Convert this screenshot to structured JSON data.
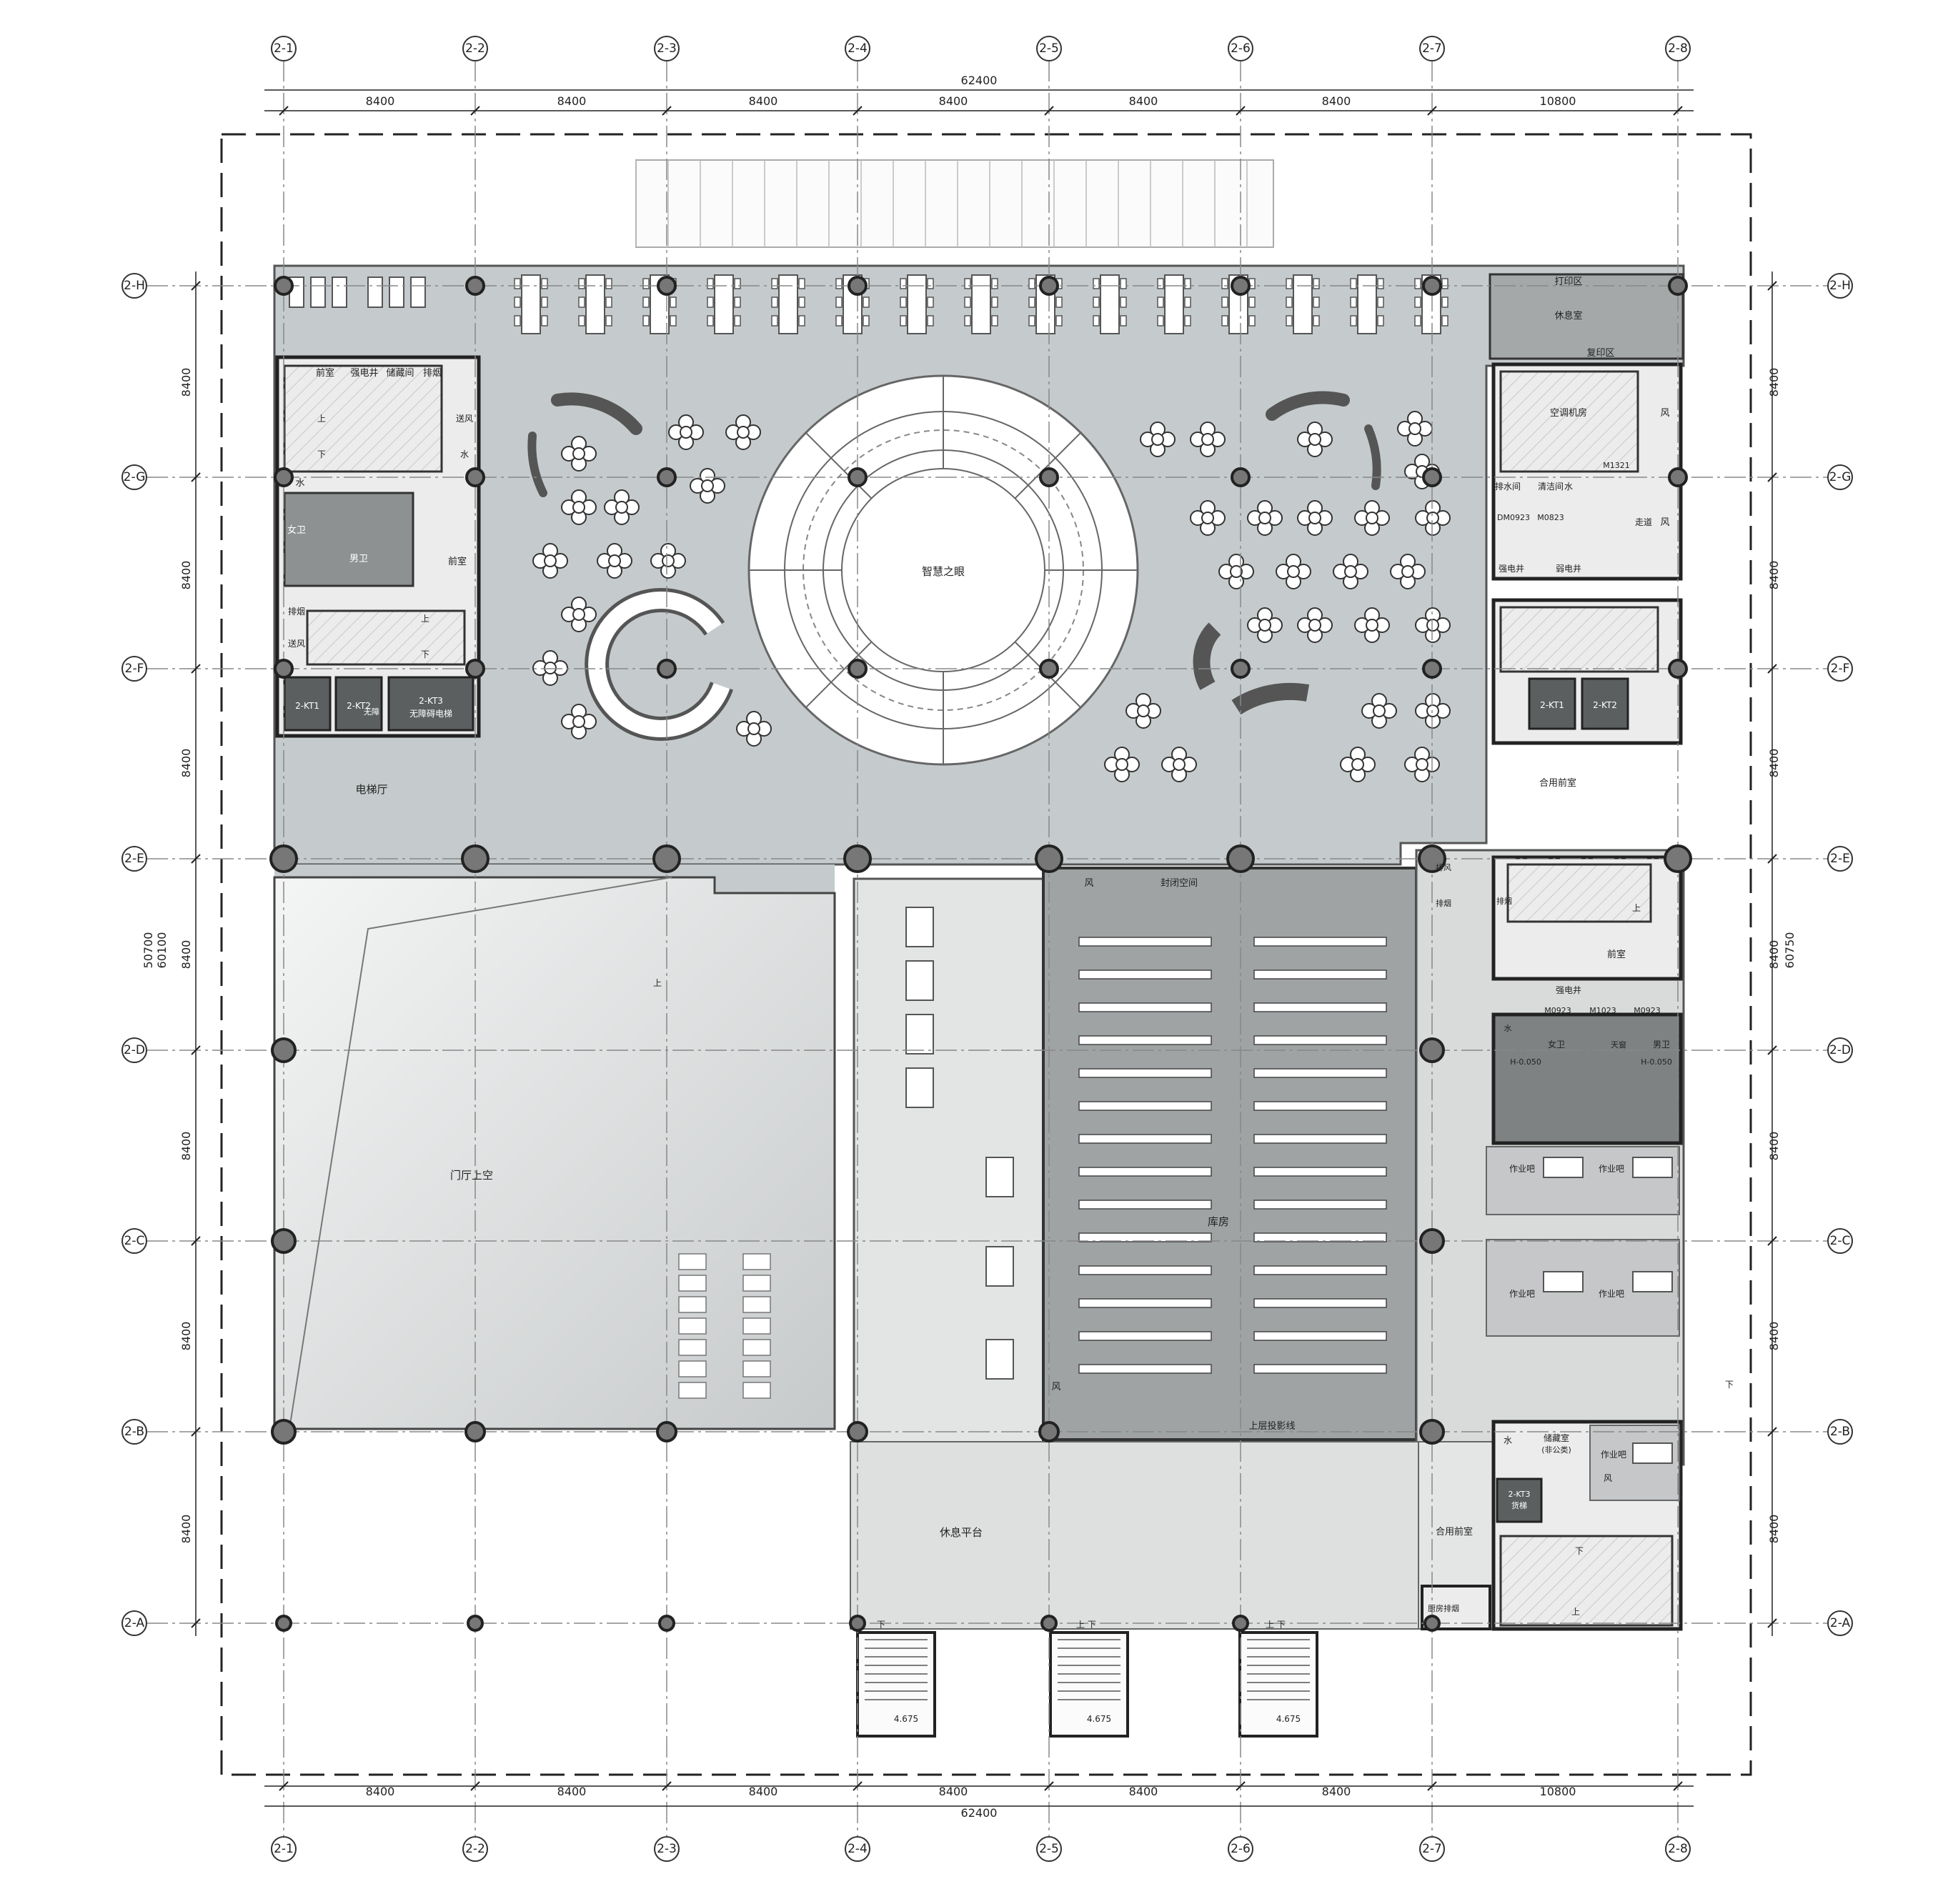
{
  "dimensions": {
    "total_width": "62400",
    "top_bays": [
      "8400",
      "8400",
      "8400",
      "8400",
      "8400",
      "8400",
      "10800"
    ],
    "bottom_bays": [
      "8400",
      "8400",
      "8400",
      "8400",
      "8400",
      "8400",
      "10800"
    ],
    "left_bays": [
      "8400",
      "8400",
      "8400",
      "8400",
      "8400",
      "8400",
      "8400"
    ],
    "right_bays": [
      "8400",
      "8400",
      "8400",
      "8400",
      "8400",
      "8400",
      "8400"
    ],
    "left_total_a": "50700",
    "left_total_b": "60100",
    "right_total": "60750"
  },
  "axes": {
    "columns": [
      "2-1",
      "2-2",
      "2-3",
      "2-4",
      "2-5",
      "2-6",
      "2-7",
      "2-8"
    ],
    "rows": [
      "2-H",
      "2-G",
      "2-F",
      "2-E",
      "2-D",
      "2-C",
      "2-B",
      "2-A"
    ]
  },
  "rooms": {
    "wisdom_eye": "智慧之眼",
    "elevator_hall": "电梯厅",
    "lobby_void": "门厅上空",
    "storage": "库房",
    "rest_platform": "休息平台",
    "print_area": "打印区",
    "lounge": "休息室",
    "copy_area": "复印区",
    "ahu_room": "空调机房",
    "shared_anteroom_1": "合用前室",
    "shared_anteroom_2": "合用前室",
    "anteroom_left": "前室",
    "anteroom_right": "前室",
    "anteroom_top": "前室",
    "men_wc_left": "男卫",
    "women_wc_left": "女卫",
    "men_wc_right": "男卫",
    "women_wc_right": "女卫",
    "accessible_wc": "无障",
    "sealed_space": "封闭空间",
    "projection_line": "上层投影线",
    "work_bar_1": "作业吧",
    "work_bar_2": "作业吧",
    "work_bar_3": "作业吧",
    "work_bar_4": "作业吧",
    "work_bar_5": "作业吧",
    "storage_room": "储藏室",
    "storage_room_sub": "(非公类)",
    "drain_room": "排水间",
    "cleaning_room": "清洁间",
    "corridor": "走道",
    "strong_shaft_1": "强电井",
    "weak_shaft_1": "弱电井",
    "strong_shaft_2": "强电井",
    "strong_shaft_top": "强电井",
    "storage_top": "储藏间",
    "exhaust_top": "排烟",
    "lift_1": "2-KT1",
    "lift_2": "2-KT2",
    "lift_3a": "2-KT3",
    "lift_3b": "无障碍电梯",
    "lift_r1": "2-KT1",
    "lift_r2": "2-KT2",
    "lift_r3a": "2-KT3",
    "lift_r3b": "货梯",
    "wind": "风",
    "water": "水",
    "supply_air": "送风",
    "exhaust": "排烟",
    "exhaust_smoke": "排风",
    "door_m1321": "M1321",
    "door_dm0923": "DM0923",
    "door_m0823": "M0823",
    "door_m0923a": "M0923",
    "door_m0923b": "M0923",
    "door_m1023": "M1023",
    "level_a": "H-0.050",
    "level_b": "H-0.050",
    "level_stair_1": "4.675",
    "level_stair_2": "4.675",
    "level_stair_3": "4.675",
    "up": "上",
    "down": "下",
    "up_down": "上 下",
    "kitchen_exhaust": "厨房排烟",
    "skylight": "天窗"
  }
}
